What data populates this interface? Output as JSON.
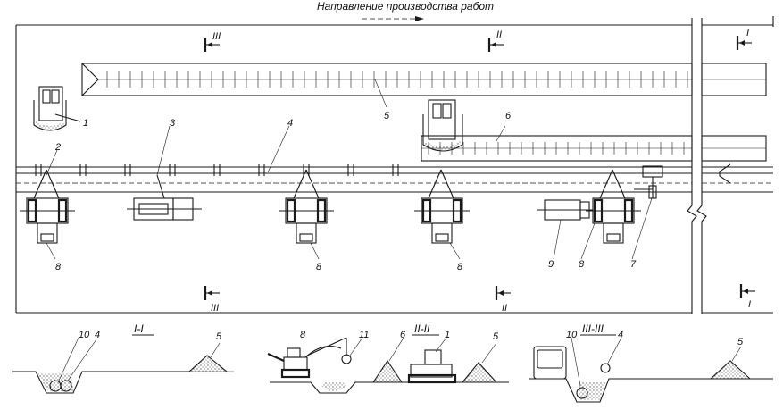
{
  "title": "Направление производства работ",
  "section_marks": {
    "I": "I",
    "II": "II",
    "III": "III"
  },
  "section_titles": {
    "s1": "I-I",
    "s2": "II-II",
    "s3": "III-III"
  },
  "plan_labels": {
    "l1": "1",
    "l2": "2",
    "l3": "3",
    "l4": "4",
    "l5": "5",
    "l6": "6",
    "l7": "7",
    "l8a": "8",
    "l8b": "8",
    "l8c": "8",
    "l8d": "8",
    "l9": "9"
  },
  "section_labels": {
    "s1_10": "10",
    "s1_4": "4",
    "s1_5": "5",
    "s2_8": "8",
    "s2_11": "11",
    "s2_6": "6",
    "s2_1": "1",
    "s2_5": "5",
    "s3_10": "10",
    "s3_4": "4",
    "s3_5": "5"
  }
}
